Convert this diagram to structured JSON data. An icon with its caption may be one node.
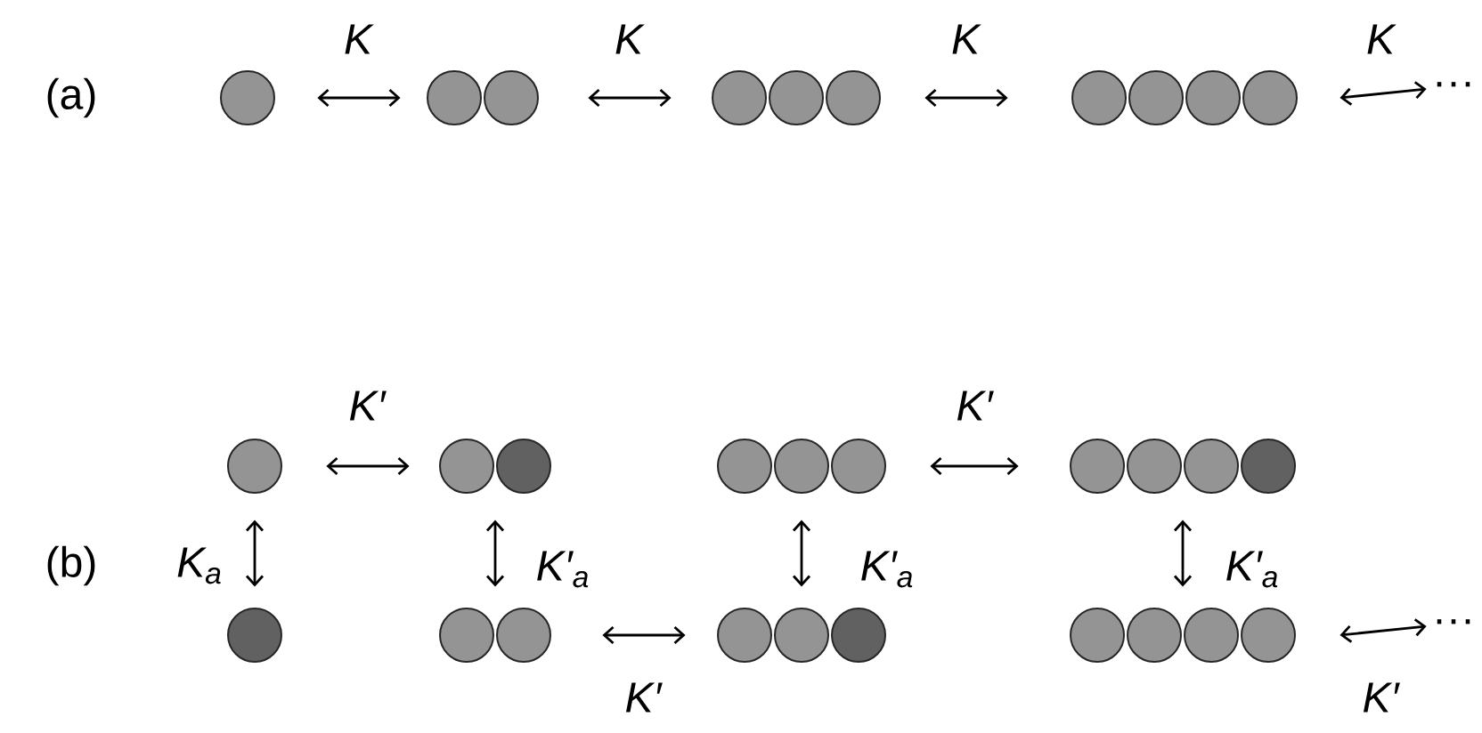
{
  "diagram": {
    "nodes": [
      {
        "text": [],
        "shape": "circle"
      },
      {
        "text": [],
        "shape": "circle"
      },
      {
        "text": [],
        "shape": "circle"
      },
      {
        "text": [],
        "shape": "circle"
      },
      {
        "text": [],
        "shape": "circle"
      },
      {
        "text": [],
        "shape": "circle"
      },
      {
        "text": [],
        "shape": "circle"
      },
      {
        "text": [],
        "shape": "circle"
      },
      {
        "text": [],
        "shape": "circle"
      },
      {
        "text": [],
        "shape": "circle"
      },
      {
        "text": [],
        "shape": "circle"
      },
      {
        "text": [],
        "shape": "circle"
      },
      {
        "text": [
          "···"
        ]
      },
      {
        "text": [
          "···"
        ]
      }
    ],
    "edges": [
      {
        "from": 0,
        "to": 1,
        "arrow": "both",
        "label": "K"
      },
      {
        "from": 1,
        "to": 2,
        "arrow": "both",
        "label": "K"
      },
      {
        "from": 2,
        "to": 3,
        "arrow": "both",
        "label": "K"
      },
      {
        "from": 3,
        "to": 12,
        "arrow": "both",
        "label": "K"
      },
      {
        "from": 4,
        "to": 5,
        "arrow": "both",
        "label": "K′"
      },
      {
        "from": 6,
        "to": 7,
        "arrow": "both",
        "label": "K′"
      },
      {
        "from": 4,
        "to": 8,
        "arrow": "both",
        "label": "*K*$_{a}$"
      },
      {
        "from": 5,
        "to": 9,
        "arrow": "both",
        "label": "*K′*$_{a}$"
      },
      {
        "from": 6,
        "to": 10,
        "arrow": "both",
        "label": "*K′*$_{a}$"
      },
      {
        "from": 7,
        "to": 11,
        "arrow": "both",
        "label": "*K′*$_{a}$"
      },
      {
        "from": 9,
        "to": 10,
        "arrow": "both",
        "label": "K′"
      },
      {
        "from": 11,
        "to": 13,
        "arrow": "both",
        "label": "K′"
      }
    ],
    "labels": [
      "(a)",
      "(b)"
    ]
  }
}
